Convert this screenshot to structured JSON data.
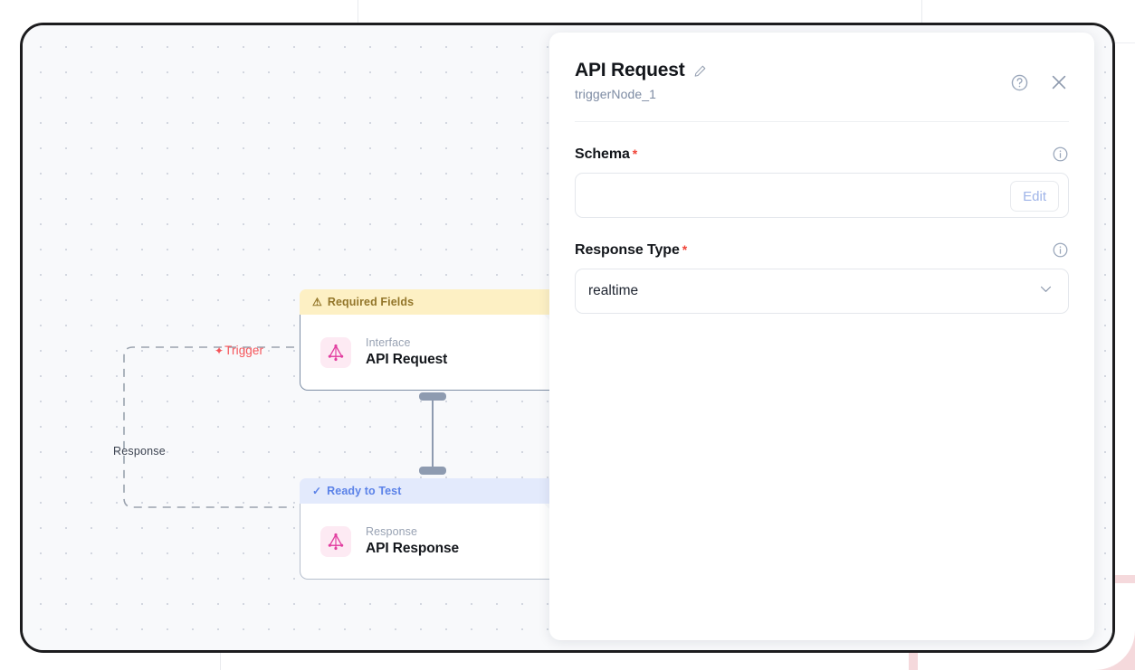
{
  "window": {
    "accent_red": "#f5555a",
    "accent_pink": "#e23fa0",
    "border_color": "#1c1c1e"
  },
  "canvas": {
    "edges": [
      {
        "id": "trigger",
        "label": "Trigger",
        "glyph": "✦",
        "color": "#f5555a"
      },
      {
        "id": "response",
        "label": "Response",
        "glyph": "",
        "color": "#3c4350"
      }
    ],
    "nodes": [
      {
        "id": "triggerNode_1",
        "badge": "Required Fields",
        "badge_glyph": "⚠",
        "badge_state": "warn",
        "kind": "Interface",
        "title": "API Request",
        "icon": "graphql-icon"
      },
      {
        "id": "responseNode_1",
        "badge": "Ready to Test",
        "badge_glyph": "✓",
        "badge_state": "ready",
        "kind": "Response",
        "title": "API Response",
        "icon": "graphql-icon"
      }
    ]
  },
  "panel": {
    "title": "API Request",
    "subtitle": "triggerNode_1",
    "edit_title_icon": "pencil-icon",
    "help_icon": "help-circle-icon",
    "close_icon": "close-icon",
    "fields": [
      {
        "id": "schema",
        "label": "Schema",
        "required": true,
        "required_marker": "*",
        "info_icon": "info-circle-icon",
        "control": "text-with-button",
        "value": "",
        "placeholder": "",
        "button_label": "Edit"
      },
      {
        "id": "response_type",
        "label": "Response Type",
        "required": true,
        "required_marker": "*",
        "info_icon": "info-circle-icon",
        "control": "select",
        "value": "realtime",
        "chevron_icon": "chevron-down-icon"
      }
    ]
  }
}
